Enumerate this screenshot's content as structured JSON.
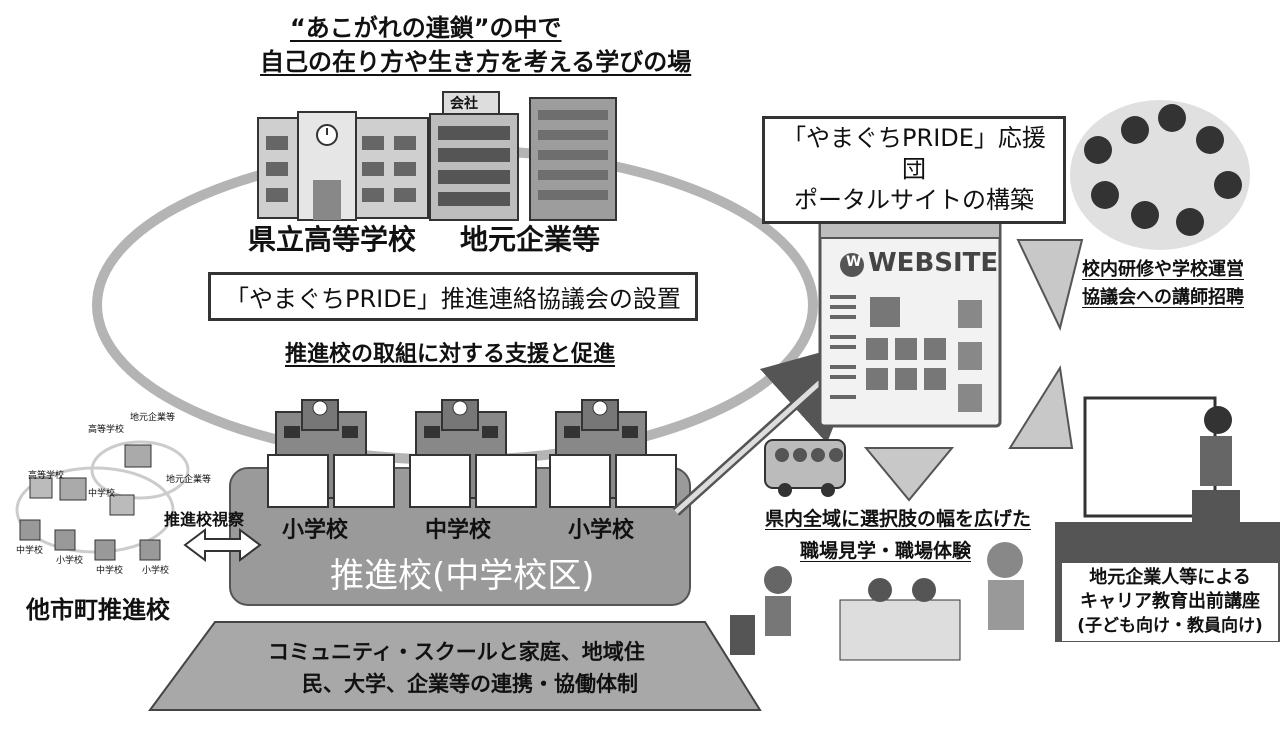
{
  "top_heading": {
    "line1": "“あこがれの連鎖”の中で",
    "line2": "自己の在り方や生き方を考える学びの場"
  },
  "ellipse": {
    "prefectural_school": "県立高等学校",
    "local_companies": "地元企業等",
    "council_title": "「やまぐちPRIDE」推進連絡協議会の設置",
    "support_text": "推進校の取組に対する支援と促進",
    "company_sign": "会社"
  },
  "school_district": {
    "school_left": "小学校",
    "school_middle": "中学校",
    "school_right": "小学校",
    "title": "推進校(中学校区)"
  },
  "other_cities": {
    "label": "他市町推進校",
    "visit_label": "推進校視察",
    "mini_labels": [
      "高等学校",
      "地元企業等",
      "高等学校",
      "地元企業等",
      "中学校",
      "中学校",
      "小学校",
      "中学校",
      "小学校"
    ]
  },
  "base": {
    "line1": "コミュニティ・スクールと家庭、地域住",
    "line2": "民、大学、企業等の連携・協働体制"
  },
  "portal": {
    "title_line1": "「やまぐちPRIDE」応援団",
    "title_line2": "ポータルサイトの構築",
    "website_word": "WEBSITE",
    "logo_letter": "W"
  },
  "training": {
    "line1": "校内研修や学校運営",
    "line2": "協議会への講師招聘"
  },
  "workplace": {
    "line1": "県内全域に選択肢の幅を広げた",
    "line2": "職場見学・職場体験"
  },
  "career": {
    "line1": "地元企業人等による",
    "line2": "キャリア教育出前講座",
    "line3": "(子ども向け・教員向け)"
  },
  "colors": {
    "ellipse_stroke": "#b4b4b4",
    "district_fill": "#9a9a9a",
    "base_fill": "#a8a8a8",
    "triangle_fill": "#c8c8c8"
  }
}
